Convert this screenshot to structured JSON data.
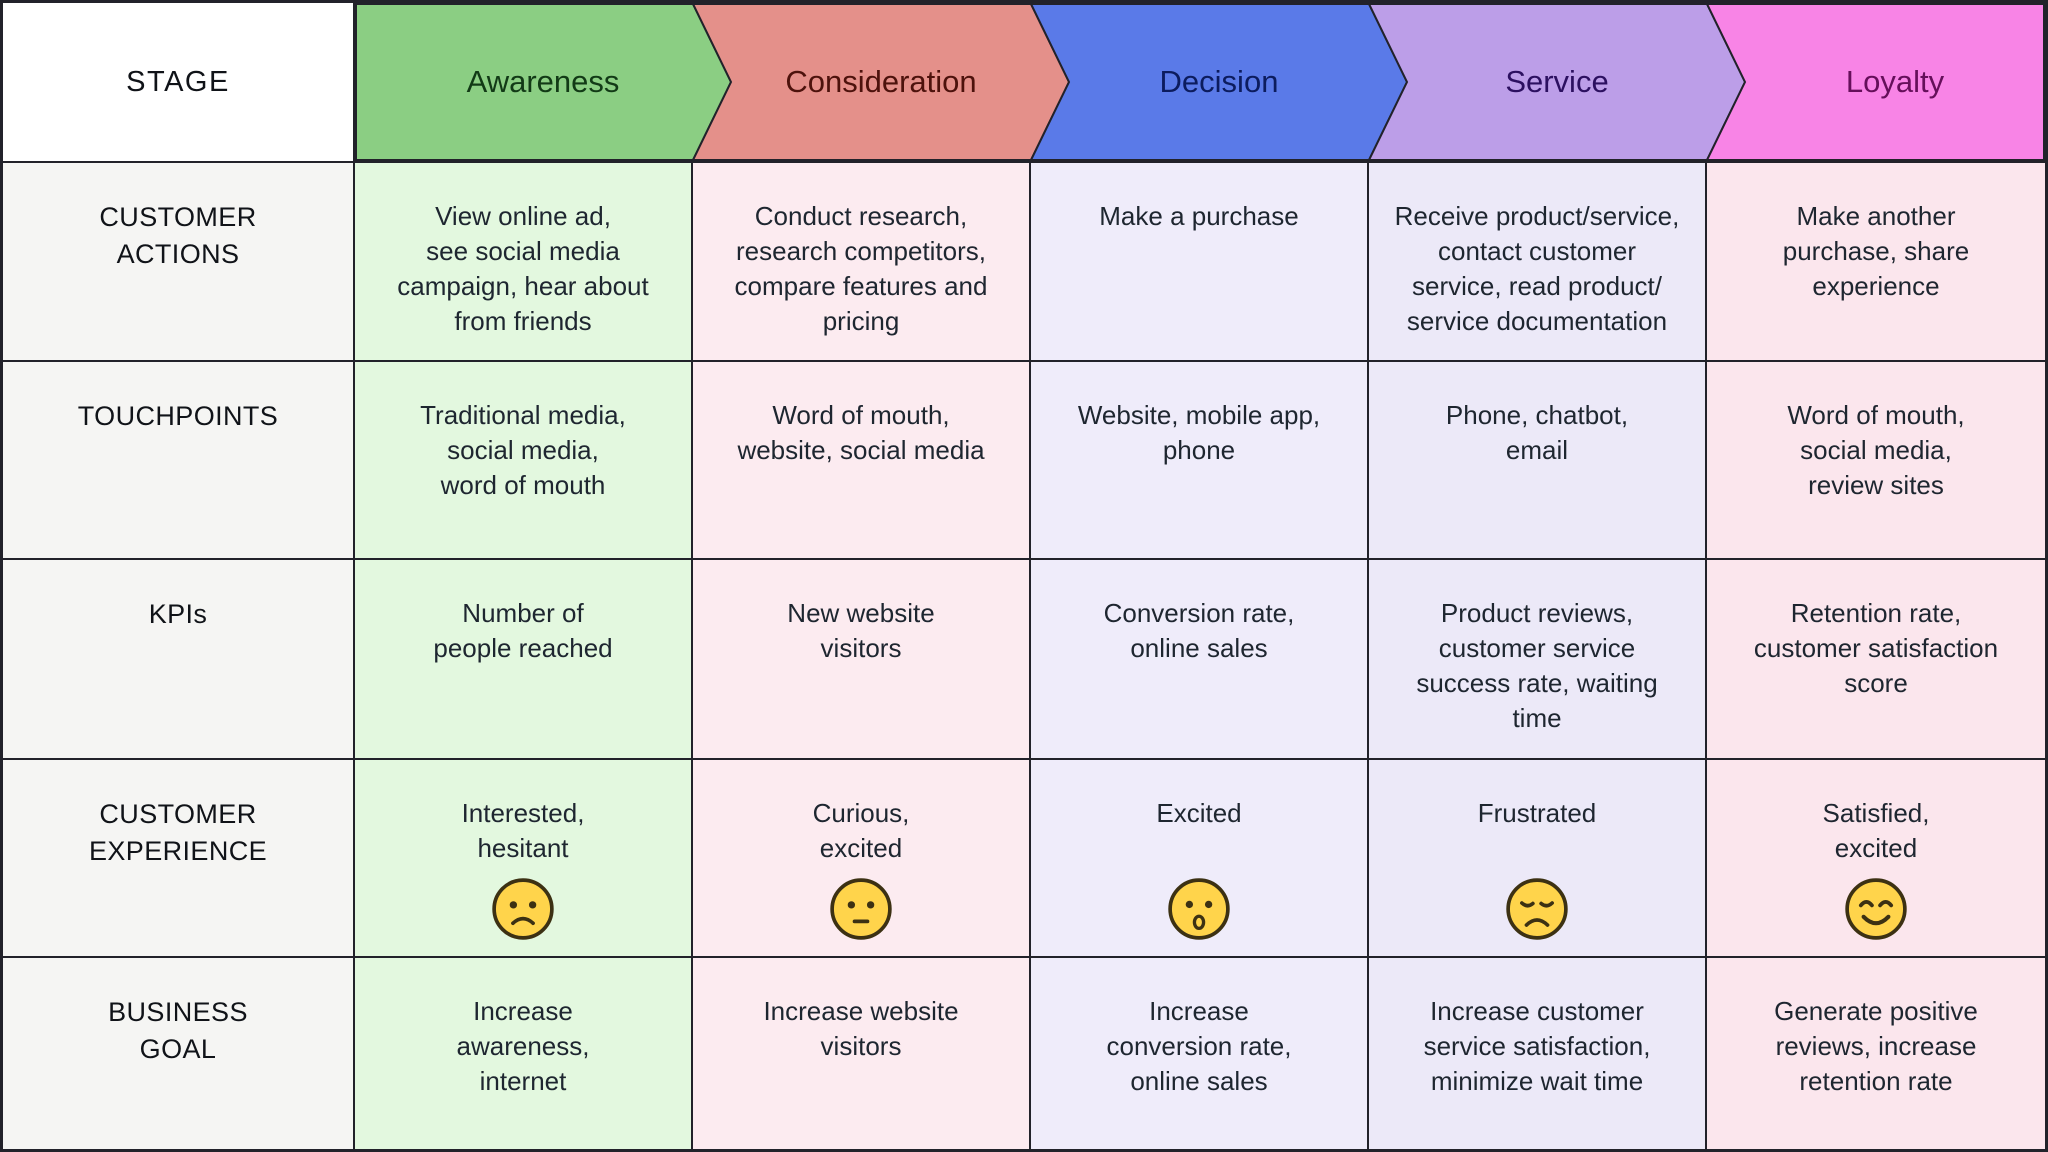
{
  "table": {
    "corner_label": "STAGE",
    "stages": [
      {
        "name": "Awareness",
        "header_bg": "#8BCE83",
        "header_text": "#123a16",
        "body_bg": "#E3F8DF"
      },
      {
        "name": "Consideration",
        "header_bg": "#E4908A",
        "header_text": "#4d120c",
        "body_bg": "#FCEBF0"
      },
      {
        "name": "Decision",
        "header_bg": "#5A7AE8",
        "header_text": "#0c1c5e",
        "body_bg": "#EFECFA"
      },
      {
        "name": "Service",
        "header_bg": "#BC9EE8",
        "header_text": "#2c1060",
        "body_bg": "#ECE9F8"
      },
      {
        "name": "Loyalty",
        "header_bg": "#F884E6",
        "header_text": "#650f5a",
        "body_bg": "#FBE6ED"
      }
    ],
    "rows": [
      {
        "label": "CUSTOMER\nACTIONS",
        "cells": [
          "View online ad,\nsee social media\ncampaign, hear about\nfrom friends",
          "Conduct research,\nresearch competitors,\ncompare features and\npricing",
          "Make a purchase",
          "Receive product/service,\ncontact customer\nservice, read product/\nservice documentation",
          "Make another\npurchase, share\nexperience"
        ]
      },
      {
        "label": "TOUCHPOINTS",
        "cells": [
          "Traditional media,\nsocial media,\nword of mouth",
          "Word of mouth,\nwebsite, social media",
          "Website, mobile app,\nphone",
          "Phone, chatbot,\nemail",
          "Word of mouth,\nsocial media,\nreview sites"
        ]
      },
      {
        "label": "KPIs",
        "cells": [
          "Number of\npeople reached",
          "New website\nvisitors",
          "Conversion rate,\nonline sales",
          "Product reviews,\ncustomer service\nsuccess rate, waiting\ntime",
          "Retention rate,\ncustomer satisfaction\nscore"
        ]
      },
      {
        "label": "CUSTOMER\nEXPERIENCE",
        "cells": [
          "Interested,\nhesitant",
          "Curious,\nexcited",
          "Excited",
          "Frustrated",
          "Satisfied,\nexcited"
        ],
        "emojis": [
          "slightly-frowning-face",
          "neutral-face",
          "surprised-face-open-mouth",
          "frustrated-face-closed-eyes",
          "smiling-face-smiling-eyes"
        ]
      },
      {
        "label": "BUSINESS\nGOAL",
        "cells": [
          "Increase\nawareness,\ninternet",
          "Increase website\nvisitors",
          "Increase\nconversion rate,\nonline sales",
          "Increase customer\nservice satisfaction,\nminimize wait time",
          "Generate positive\nreviews, increase\nretention rate"
        ]
      }
    ]
  },
  "colors": {
    "grid_line": "#22222a",
    "corner_bg": "#ffffff",
    "label_column_bg": "#f5f5f3",
    "emoji_fill": "#FFD44B",
    "emoji_line": "#3c3113"
  }
}
